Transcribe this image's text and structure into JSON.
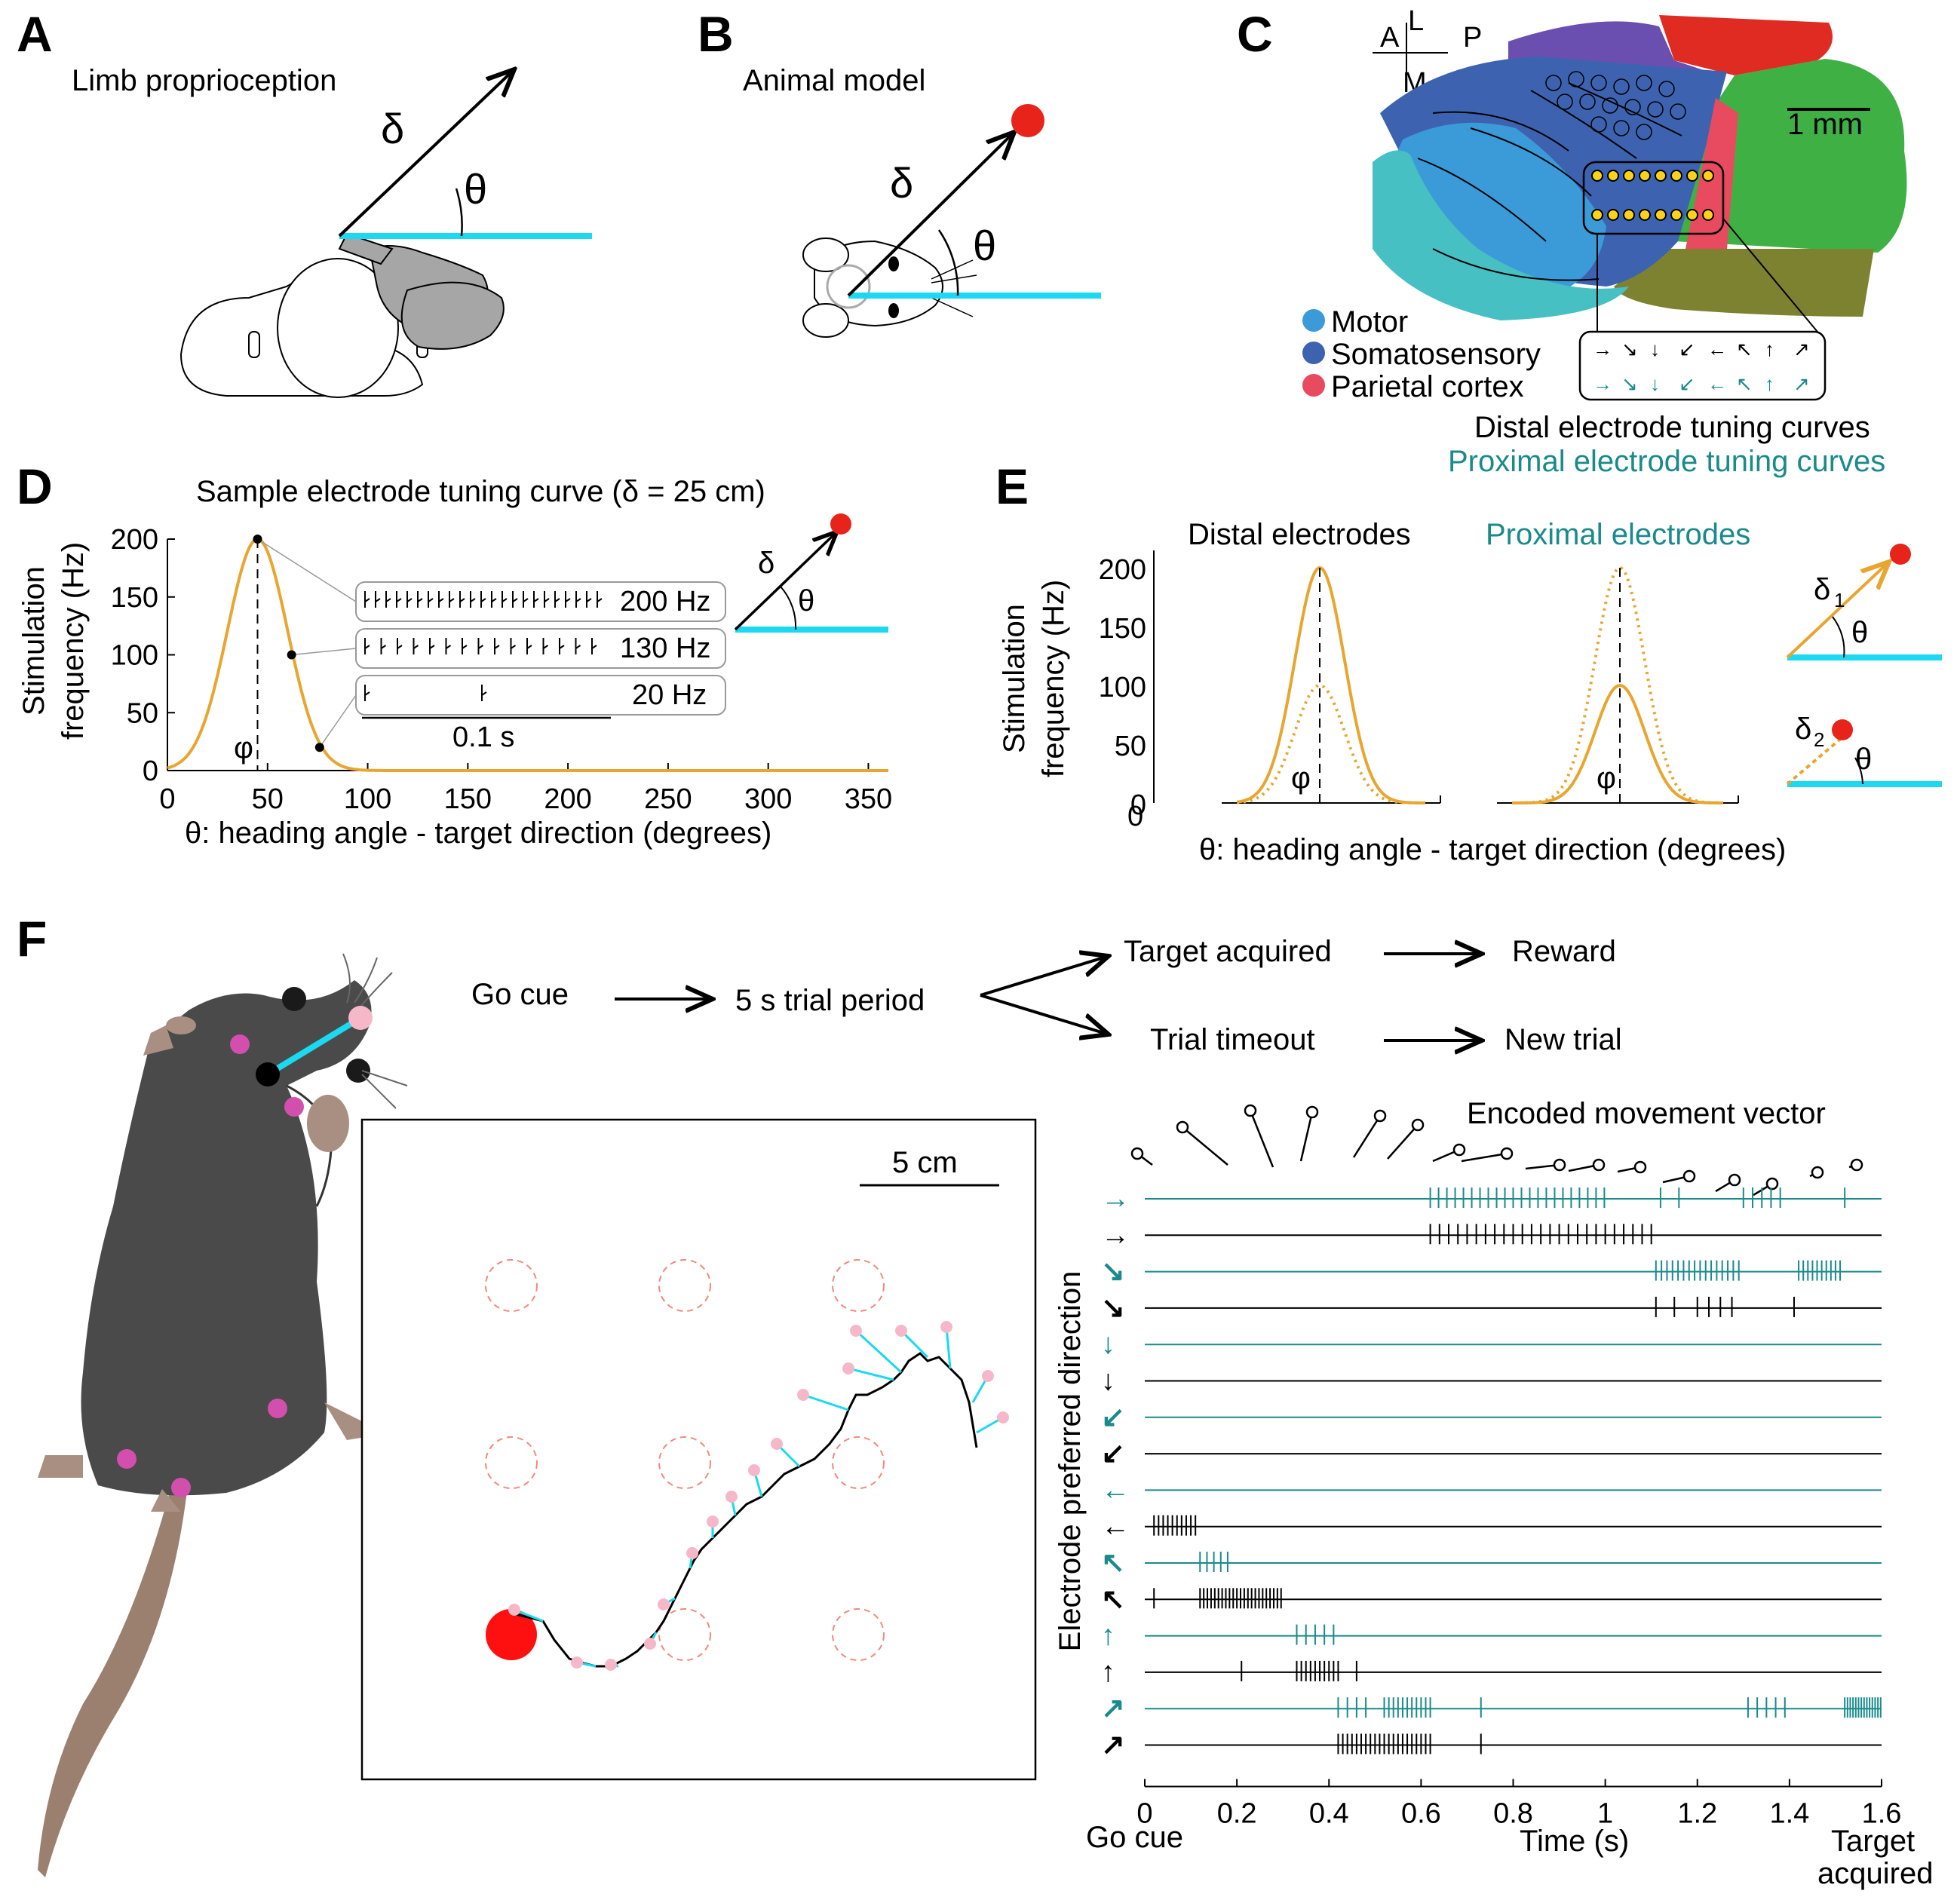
{
  "panels": {
    "A": {
      "label": "A",
      "title": "Limb proprioception",
      "delta": "δ",
      "theta": "θ"
    },
    "B": {
      "label": "B",
      "title": "Animal model",
      "delta": "δ",
      "theta": "θ"
    },
    "C": {
      "label": "C",
      "compass": {
        "a": "A",
        "l": "L",
        "p": "P",
        "m": "M"
      },
      "scale": "1 mm",
      "legend": [
        {
          "label": "Motor",
          "color": "#3a9bd8"
        },
        {
          "label": "Somatosensory",
          "color": "#3d63b0"
        },
        {
          "label": "Parietal cortex",
          "color": "#e84a5f"
        }
      ],
      "distal_arrows": [
        "→",
        "↘",
        "↓",
        "↙",
        "←",
        "↖",
        "↑",
        "↗"
      ],
      "caption_distal": "Distal electrode tuning curves",
      "caption_proximal": "Proximal electrode tuning curves"
    },
    "D": {
      "label": "D",
      "title": "Sample electrode tuning curve (δ = 25 cm)",
      "ylabel1": "Stimulation",
      "ylabel2": "frequency (Hz)",
      "xlabel": "θ: heading angle - target direction (degrees)",
      "phi": "φ",
      "delta": "δ",
      "theta": "θ",
      "trains": [
        {
          "label": "200 Hz"
        },
        {
          "label": "130 Hz"
        },
        {
          "label": "20 Hz"
        }
      ],
      "time_scale": "0.1 s"
    },
    "E": {
      "label": "E",
      "distal_title": "Distal electrodes",
      "proximal_title": "Proximal electrodes",
      "ylabel1": "Stimulation",
      "ylabel2": "frequency (Hz)",
      "xlabel": "θ: heading angle - target direction (degrees)",
      "x0": "0",
      "phi": "φ",
      "delta1": "δ",
      "delta1_sub": "1",
      "delta2": "δ",
      "delta2_sub": "2",
      "theta": "θ",
      "yticks": [
        "0",
        "50",
        "100",
        "150",
        "200"
      ]
    },
    "F": {
      "label": "F",
      "flow": {
        "go_cue": "Go cue",
        "trial": "5 s trial period",
        "acquired": "Target acquired",
        "reward": "Reward",
        "timeout": "Trial timeout",
        "new_trial": "New trial"
      },
      "arena_scale": "5 cm",
      "raster_title": "Encoded movement vector",
      "raster_ylabel": "Electrode preferred direction",
      "raster_xlabel": "Time (s)",
      "raster_left": "Go cue",
      "raster_right1": "Target",
      "raster_right2": "acquired",
      "rows": [
        {
          "arrow": "→",
          "color": "teal"
        },
        {
          "arrow": "→",
          "color": "black"
        },
        {
          "arrow": "↘",
          "color": "teal"
        },
        {
          "arrow": "↘",
          "color": "black"
        },
        {
          "arrow": "↓",
          "color": "teal"
        },
        {
          "arrow": "↓",
          "color": "black"
        },
        {
          "arrow": "↙",
          "color": "teal"
        },
        {
          "arrow": "↙",
          "color": "black"
        },
        {
          "arrow": "←",
          "color": "teal"
        },
        {
          "arrow": "←",
          "color": "black"
        },
        {
          "arrow": "↖",
          "color": "teal"
        },
        {
          "arrow": "↖",
          "color": "black"
        },
        {
          "arrow": "↑",
          "color": "teal"
        },
        {
          "arrow": "↑",
          "color": "black"
        },
        {
          "arrow": "↗",
          "color": "teal"
        },
        {
          "arrow": "↗",
          "color": "black"
        }
      ]
    }
  },
  "colors": {
    "gold": "#e8a530",
    "cyan": "#1ad9f0",
    "teal": "#1a8a8a",
    "red": "#e8231a",
    "pink": "#f2a3b8",
    "magenta": "#d24fae"
  },
  "chart_data": [
    {
      "type": "line",
      "title": "Sample electrode tuning curve (δ = 25 cm)",
      "xlabel": "θ: heading angle - target direction (degrees)",
      "ylabel": "Stimulation frequency (Hz)",
      "xlim": [
        0,
        360
      ],
      "ylim": [
        0,
        200
      ],
      "xticks": [
        0,
        50,
        100,
        150,
        200,
        250,
        300,
        350
      ],
      "yticks": [
        0,
        50,
        100,
        150,
        200
      ],
      "series": [
        {
          "peak_x": 45,
          "peak_y": 200,
          "sigma": 15
        }
      ],
      "points": [
        {
          "x": 45,
          "y": 200
        },
        {
          "x": 62,
          "y": 100
        },
        {
          "x": 76,
          "y": 20
        }
      ]
    },
    {
      "type": "raster",
      "title": "Encoded movement vector",
      "xlabel": "Time (s)",
      "ylabel": "Electrode preferred direction",
      "xlim": [
        0,
        1.6
      ],
      "xticks": [
        "0",
        "0.2",
        "0.4",
        "0.6",
        "0.8",
        "1",
        "1.2",
        "1.4",
        "1.6"
      ]
    }
  ]
}
